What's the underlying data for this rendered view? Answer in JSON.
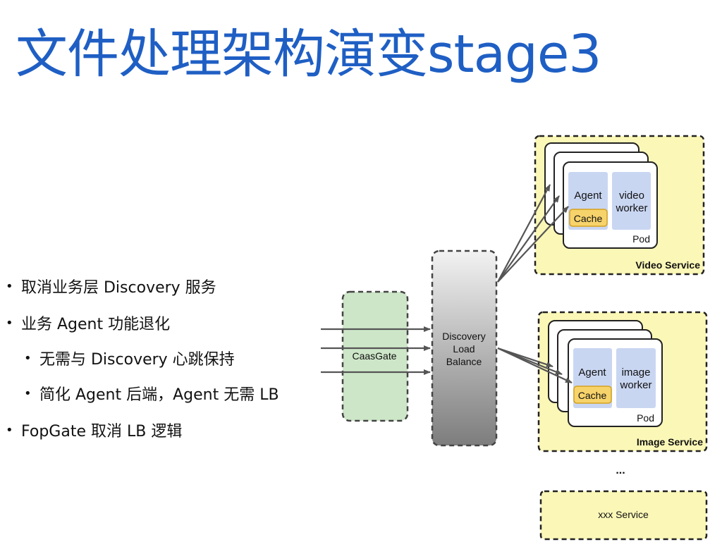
{
  "slide": {
    "title": "文件处理架构演变stage3"
  },
  "bullets": [
    {
      "text": "取消业务层 Discovery 服务",
      "level": 1
    },
    {
      "text": "业务 Agent 功能退化",
      "level": 1
    },
    {
      "text": "无需与 Discovery 心跳保持",
      "level": 2
    },
    {
      "text": "简化 Agent 后端，Agent 无需 LB",
      "level": 2
    },
    {
      "text": "FopGate 取消 LB 逻辑",
      "level": 1
    }
  ],
  "diagram": {
    "gateway": {
      "label": "CaasGate"
    },
    "load_balancer": {
      "line1": "Discovery",
      "line2": "Load",
      "line3": "Balance"
    },
    "video_service": {
      "label": "Video Service",
      "pod_label": "Pod",
      "agent_label": "Agent",
      "cache_label": "Cache",
      "worker_line1": "video",
      "worker_line2": "worker"
    },
    "image_service": {
      "label": "Image Service",
      "pod_label": "Pod",
      "agent_label": "Agent",
      "cache_label": "Cache",
      "worker_line1": "image",
      "worker_line2": "worker"
    },
    "ellipsis": "...",
    "other_service": {
      "label": "xxx Service"
    }
  },
  "colors": {
    "title": "#1f5fc4",
    "service_bg": "#fbf7b7",
    "gateway_bg": "#cde6c8",
    "agent_bg": "#c9d6f2",
    "cache_bg": "#f7d36b",
    "arrow": "#555555"
  }
}
